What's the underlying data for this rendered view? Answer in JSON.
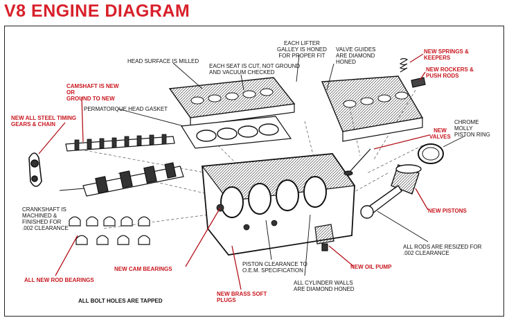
{
  "title": "V8 ENGINE DIAGRAM",
  "colors": {
    "title": "#d8202a",
    "label_red": "#c8161e",
    "label_black": "#111111",
    "line_red": "#b3121b",
    "line_black": "#111111"
  },
  "labels": {
    "head_surface": "HEAD SURFACE IS MILLED",
    "seat_cut": [
      "EACH SEAT IS CUT, NOT GROUND",
      "AND VACUUM CHECKED"
    ],
    "lifter_galley": [
      "EACH LIFTER",
      "GALLEY IS HONED",
      "FOR PROPER FIT"
    ],
    "valve_guides": [
      "VALVE GUIDES",
      "ARE DIAMOND",
      "HONED"
    ],
    "springs": [
      "NEW SPRINGS &",
      "KEEPERS"
    ],
    "rockers": [
      "NEW ROCKERS &",
      "PUSH RODS"
    ],
    "camshaft": [
      "CAMSHAFT IS NEW",
      "OR",
      "GROUND TO NEW"
    ],
    "head_gasket": "PERMATORQUE HEAD GASKET",
    "timing_gears": [
      "NEW ALL STEEL TIMING",
      "GEARS & CHAIN"
    ],
    "chrome_ring": [
      "CHROME",
      "MOLLY",
      "PISTON RING"
    ],
    "valves": [
      "NEW",
      "VALVES"
    ],
    "crankshaft": [
      "CRANKSHAFT IS",
      "MACHINED &",
      "FINISHED FOR",
      ".002 CLEARANCE"
    ],
    "pistons": "NEW PISTONS",
    "rods": [
      "ALL RODS ARE RESIZED FOR",
      ".002 CLEARANCE"
    ],
    "cam_bearings": "NEW CAM BEARINGS",
    "piston_clearance": [
      "PISTON CLEARANCE TO",
      "O.E.M. SPECIFICATION"
    ],
    "oil_pump": "NEW OIL PUMP",
    "rod_bearings": "ALL NEW ROD BEARINGS",
    "cylinder_walls": [
      "ALL CYLINDER WALLS",
      "ARE DIAMOND HONED"
    ],
    "soft_plugs": [
      "NEW BRASS SOFT",
      "PLUGS"
    ],
    "bolt_holes": "ALL BOLT HOLES ARE TAPPED"
  }
}
